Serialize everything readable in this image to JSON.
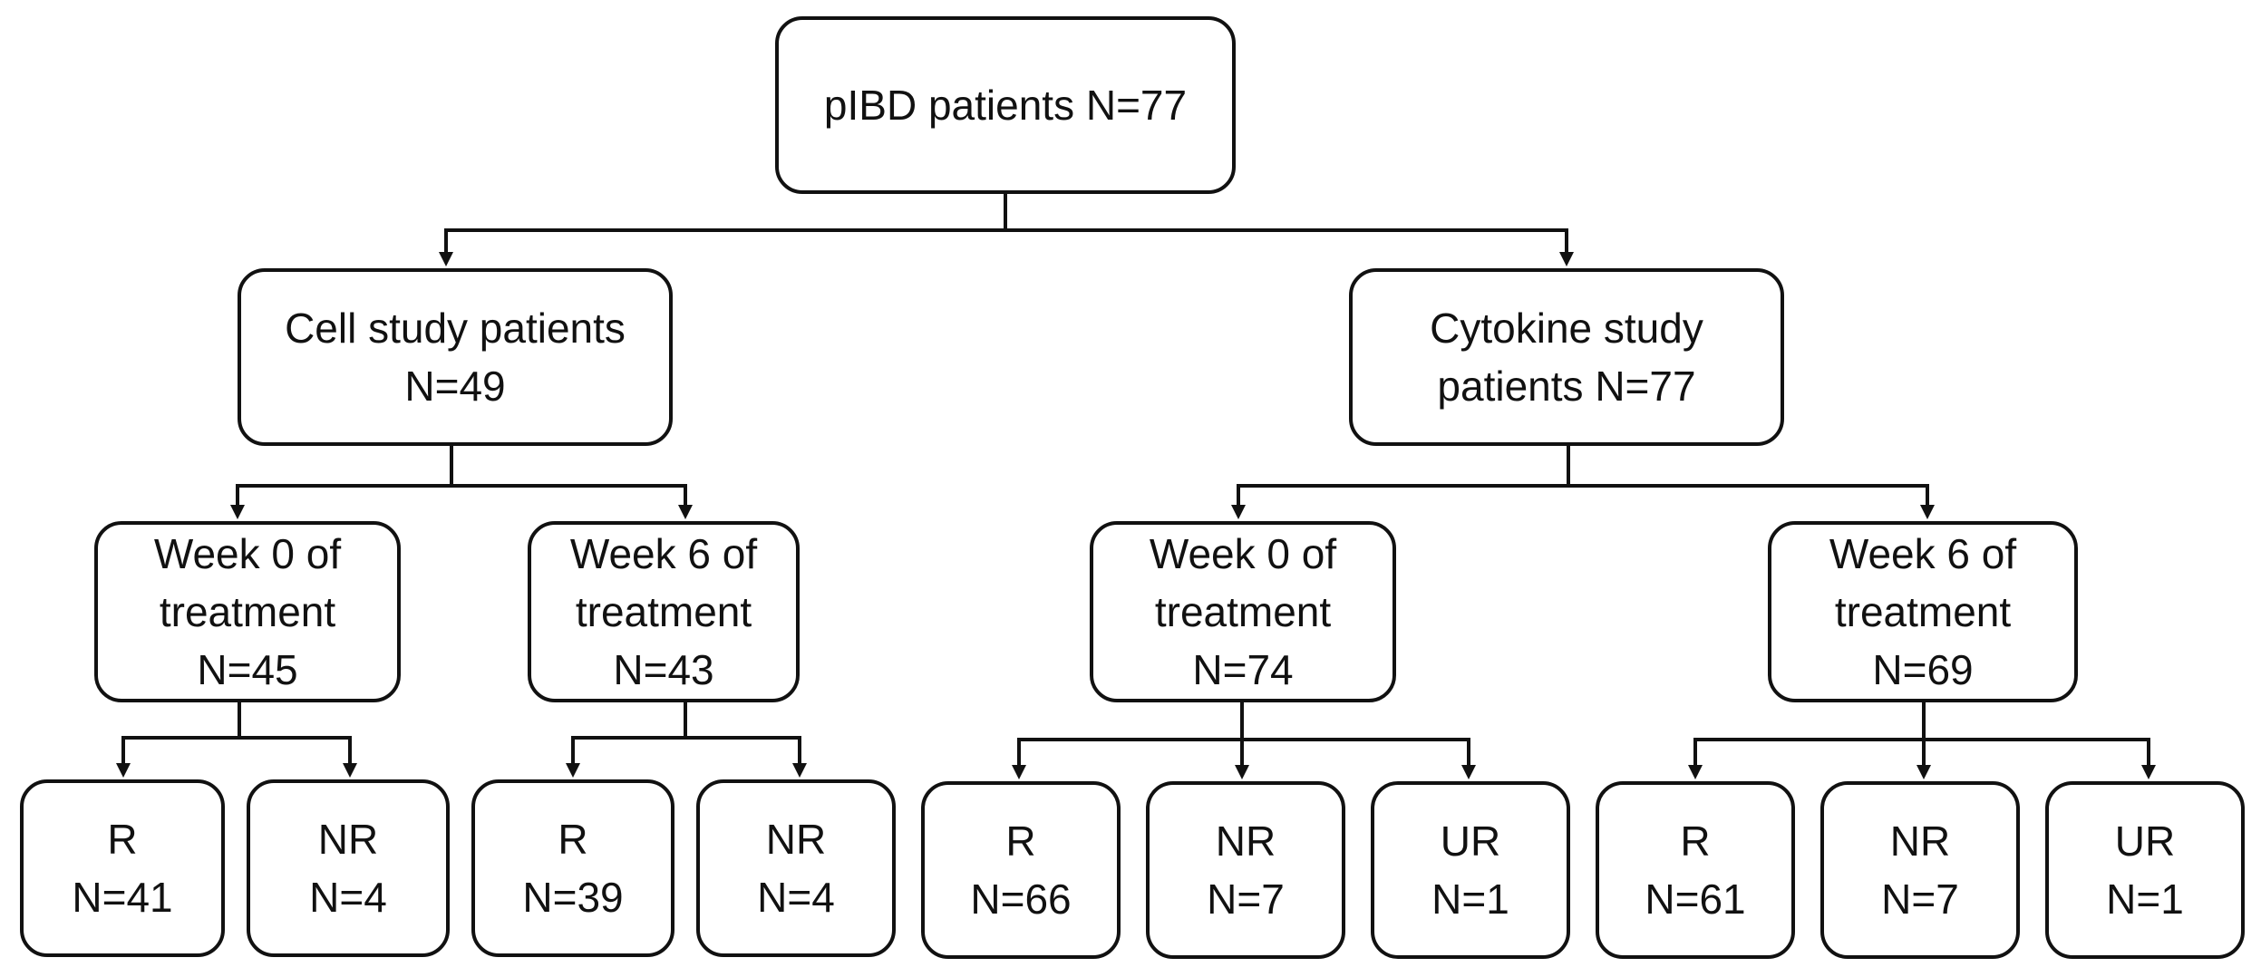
{
  "colors": {
    "line": "#111111",
    "box_fill": "#ffffff",
    "text": "#111111"
  },
  "root": {
    "lines": [
      "pIBD patients N=77"
    ]
  },
  "cell_study": {
    "lines": [
      "Cell study patients",
      "N=49"
    ],
    "week0": {
      "lines": [
        "Week 0 of",
        "treatment",
        "N=45"
      ],
      "outcomes": [
        {
          "lines": [
            "R",
            "N=41"
          ]
        },
        {
          "lines": [
            "NR",
            "N=4"
          ]
        }
      ]
    },
    "week6": {
      "lines": [
        "Week 6 of",
        "treatment",
        "N=43"
      ],
      "outcomes": [
        {
          "lines": [
            "R",
            "N=39"
          ]
        },
        {
          "lines": [
            "NR",
            "N=4"
          ]
        }
      ]
    }
  },
  "cytokine_study": {
    "lines": [
      "Cytokine study",
      "patients N=77"
    ],
    "week0": {
      "lines": [
        "Week 0 of",
        "treatment",
        "N=74"
      ],
      "outcomes": [
        {
          "lines": [
            "R",
            "N=66"
          ]
        },
        {
          "lines": [
            "NR",
            "N=7"
          ]
        },
        {
          "lines": [
            "UR",
            "N=1"
          ]
        }
      ]
    },
    "week6": {
      "lines": [
        "Week 6 of",
        "treatment",
        "N=69"
      ],
      "outcomes": [
        {
          "lines": [
            "R",
            "N=61"
          ]
        },
        {
          "lines": [
            "NR",
            "N=7"
          ]
        },
        {
          "lines": [
            "UR",
            "N=1"
          ]
        }
      ]
    }
  }
}
